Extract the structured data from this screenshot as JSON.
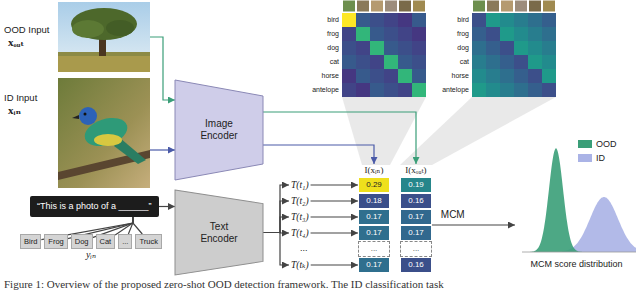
{
  "diagram": {
    "caption": "Figure 1: Overview of the proposed zero-shot OOD detection framework. The ID classification task",
    "nodes": [
      {
        "text": [
          "OOD Input",
          "xₒᵤₜ"
        ]
      },
      {
        "text": [
          "ID Input",
          "xᵢₙ"
        ]
      },
      {
        "text": [
          "Image Encoder"
        ]
      },
      {
        "text": [
          "“This is a photo of a ______”"
        ]
      },
      {
        "text": [
          "Bird"
        ]
      },
      {
        "text": [
          "Frog"
        ]
      },
      {
        "text": [
          "Dog"
        ]
      },
      {
        "text": [
          "Cat"
        ]
      },
      {
        "text": [
          "..."
        ]
      },
      {
        "text": [
          "Truck"
        ]
      },
      {
        "text": [
          "Text Encoder"
        ]
      },
      {
        "text": [
          "T(t₁)"
        ]
      },
      {
        "text": [
          "T(t₂)"
        ]
      },
      {
        "text": [
          "T(t₃)"
        ]
      },
      {
        "text": [
          "T(t₄)"
        ]
      },
      {
        "text": [
          "T(tₖ)"
        ]
      },
      {
        "text": [
          "I(xᵢₙ)"
        ]
      },
      {
        "text": [
          "0.29"
        ],
        "in": 16
      },
      {
        "text": [
          "0.18"
        ],
        "in": 16
      },
      {
        "text": [
          "0.17"
        ],
        "in": 16
      },
      {
        "text": [
          "0.17"
        ],
        "in": 16
      },
      {
        "text": [
          "..."
        ],
        "in": 16
      },
      {
        "text": [
          "0.17"
        ],
        "in": 16
      },
      {
        "text": [
          "I(xₒᵤₜ)"
        ]
      },
      {
        "text": [
          "0.19"
        ],
        "in": 23
      },
      {
        "text": [
          "0.16"
        ],
        "in": 23
      },
      {
        "text": [
          "0.17"
        ],
        "in": 23
      },
      {
        "text": [
          "0.17"
        ],
        "in": 23
      },
      {
        "text": [
          "..."
        ],
        "in": 23
      },
      {
        "text": [
          "0.16"
        ],
        "in": 23
      },
      {
        "text": [
          "MCM score distribution"
        ]
      }
    ],
    "edges": [
      {
        "from": 0,
        "to": 2,
        "arrow": "to"
      },
      {
        "from": 1,
        "to": 2,
        "arrow": "to"
      },
      {
        "from": 2,
        "to": 16,
        "arrow": "to"
      },
      {
        "from": 2,
        "to": 23,
        "arrow": "to"
      },
      {
        "from": 3,
        "to": 10,
        "arrow": "to"
      },
      {
        "from": 4,
        "to": 3,
        "arrow": "none"
      },
      {
        "from": 5,
        "to": 3,
        "arrow": "none"
      },
      {
        "from": 6,
        "to": 3,
        "arrow": "none"
      },
      {
        "from": 7,
        "to": 3,
        "arrow": "none"
      },
      {
        "from": 8,
        "to": 3,
        "arrow": "none"
      },
      {
        "from": 9,
        "to": 3,
        "arrow": "none"
      },
      {
        "from": 10,
        "to": 11,
        "arrow": "to"
      },
      {
        "from": 10,
        "to": 12,
        "arrow": "to"
      },
      {
        "from": 10,
        "to": 13,
        "arrow": "to"
      },
      {
        "from": 10,
        "to": 14,
        "arrow": "to"
      },
      {
        "from": 10,
        "to": 15,
        "arrow": "to"
      },
      {
        "from": 11,
        "to": 17,
        "arrow": "to"
      },
      {
        "from": 12,
        "to": 18,
        "arrow": "to"
      },
      {
        "from": 13,
        "to": 19,
        "arrow": "to"
      },
      {
        "from": 14,
        "to": 20,
        "arrow": "to"
      },
      {
        "from": 15,
        "to": 22,
        "arrow": "to"
      },
      {
        "from": 23,
        "to": 30,
        "label": "MCM",
        "arrow": "to"
      }
    ],
    "labels": [
      "yᵢₙ",
      "...",
      "bird",
      "frog",
      "dog",
      "cat",
      "horse",
      "antelope",
      "bird",
      "frog",
      "dog",
      "cat",
      "horse",
      "antelope"
    ],
    "legend": [
      {
        "text": "OOD",
        "color": "#3a9e78"
      },
      {
        "text": "ID",
        "color": "#aab3e6"
      }
    ]
  }
}
